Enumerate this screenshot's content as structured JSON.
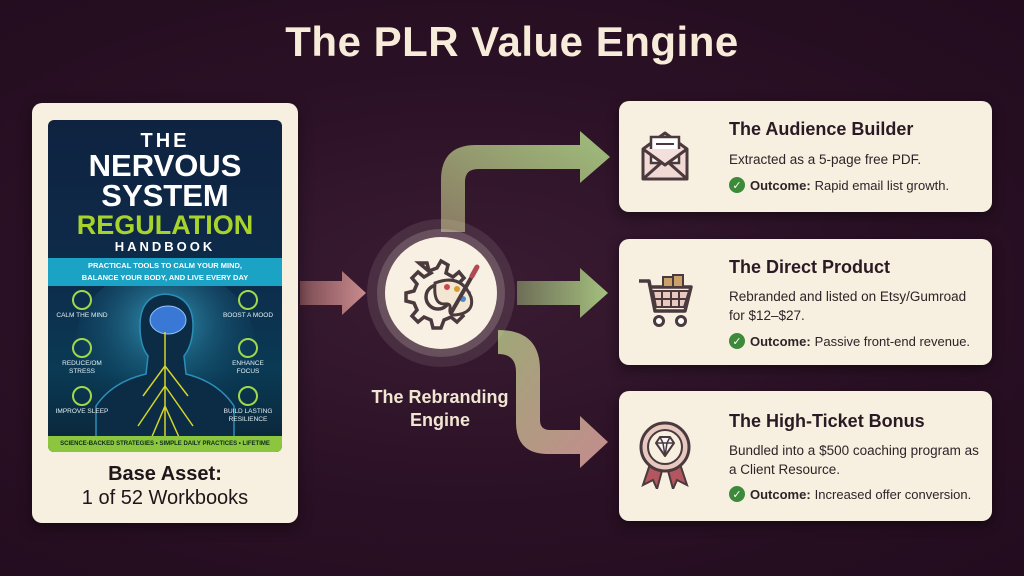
{
  "title": "The PLR Value Engine",
  "base_asset": {
    "label": "Base Asset:",
    "sublabel": "1 of 52 Workbooks",
    "book": {
      "the": "THE",
      "title_line1": "NERVOUS",
      "title_line2": "SYSTEM",
      "title_line3": "REGULATION",
      "title_line4": "HANDBOOK",
      "tagline_1": "PRACTICAL TOOLS TO CALM YOUR MIND,",
      "tagline_2": "BALANCE YOUR BODY, AND LIVE EVERY DAY",
      "features": [
        "CALM THE MIND",
        "REDUCE/OM STRESS",
        "IMPROVE SLEEP",
        "BOOST A MOOD",
        "ENHANCE FOCUS",
        "BUILD LASTING RESILIENCE"
      ],
      "footer": "SCIENCE-BACKED STRATEGIES • SIMPLE DAILY PRACTICES • LIFETIME CHANGE"
    }
  },
  "engine": {
    "label_line1": "The Rebranding",
    "label_line2": "Engine",
    "icon": "gear-palette-icon"
  },
  "outputs": [
    {
      "title": "The Audience Builder",
      "description": "Extracted as a 5-page free PDF.",
      "outcome_label": "Outcome:",
      "outcome_text": "Rapid email list growth.",
      "icon": "envelope-icon",
      "arrow_color": "#8fa56a"
    },
    {
      "title": "The Direct Product",
      "description": "Rebranded and listed on Etsy/Gumroad for $12–$27.",
      "outcome_label": "Outcome:",
      "outcome_text": "Passive front-end revenue.",
      "icon": "shopping-cart-icon",
      "arrow_color": "#8fa56a"
    },
    {
      "title": "The High-Ticket Bonus",
      "description": "Bundled into a $500 coaching program as a Client Resource.",
      "outcome_label": "Outcome:",
      "outcome_text": "Increased offer conversion.",
      "icon": "diamond-badge-icon",
      "arrow_color": "#b77d80"
    }
  ],
  "colors": {
    "background": "#2a1024",
    "card": "#f7efdf",
    "title": "#f6ecd9",
    "input_arrow": "#b77d80",
    "output_arrow": "#8fa56a",
    "check": "#3c8a3a",
    "book_green": "#a8d32a",
    "book_band": "#1ba3c6"
  }
}
